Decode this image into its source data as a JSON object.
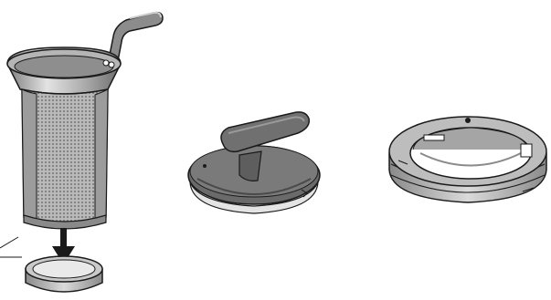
{
  "figure": {
    "parts": [
      {
        "name": "tea-infuser-basket"
      },
      {
        "name": "infuser-bottom-cap"
      },
      {
        "name": "infuser-lid"
      },
      {
        "name": "infuser-ring"
      }
    ],
    "indicator": {
      "name": "insert-arrow",
      "direction": "down"
    }
  },
  "colors": {
    "steel_dark": "#6f6f6f",
    "steel_mid": "#9a9a9a",
    "steel_light": "#d4d4d4",
    "lid_dark": "#555555",
    "outline": "#1a1a1a",
    "background": "#ffffff"
  }
}
